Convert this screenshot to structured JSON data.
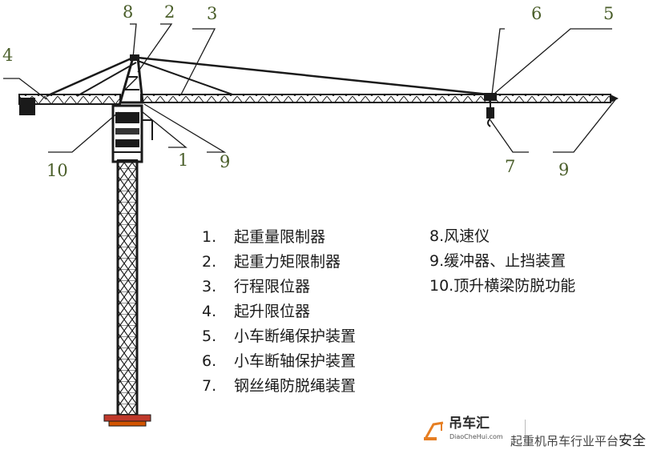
{
  "callout_numbers": {
    "n8_top": "8",
    "n2_top": "2",
    "n3_top": "3",
    "n4_left": "4",
    "n10_bottom": "10",
    "n1_bottom": "1",
    "n9_left": "9",
    "n6_top": "6",
    "n5_top": "5",
    "n7_bottom": "7",
    "n9_right": "9"
  },
  "legend": {
    "items": [
      {
        "num": "1.",
        "label": "起重量限制器"
      },
      {
        "num": "2.",
        "label": "起重力矩限制器"
      },
      {
        "num": "3.",
        "label": "行程限位器"
      },
      {
        "num": "4.",
        "label": "起升限位器"
      },
      {
        "num": "5.",
        "label": "小车断绳保护装置"
      },
      {
        "num": "6.",
        "label": "小车断轴保护装置"
      },
      {
        "num": "7.",
        "label": "钢丝绳防脱绳装置"
      },
      {
        "num": "8.",
        "label": "风速仪"
      },
      {
        "num": "9.",
        "label": "缓冲器、止挡装置"
      },
      {
        "num": "10.",
        "label": "顶升横梁防脱功能"
      }
    ]
  },
  "watermark": {
    "brand": "吊车汇",
    "url": "DiaoCheHui.com",
    "tagline": "起重机吊车行业平台",
    "overlay_text": "安全"
  },
  "colors": {
    "steel": "#1a1a1a",
    "callout_text": "#4a5e2a",
    "base": "#c0392b"
  }
}
